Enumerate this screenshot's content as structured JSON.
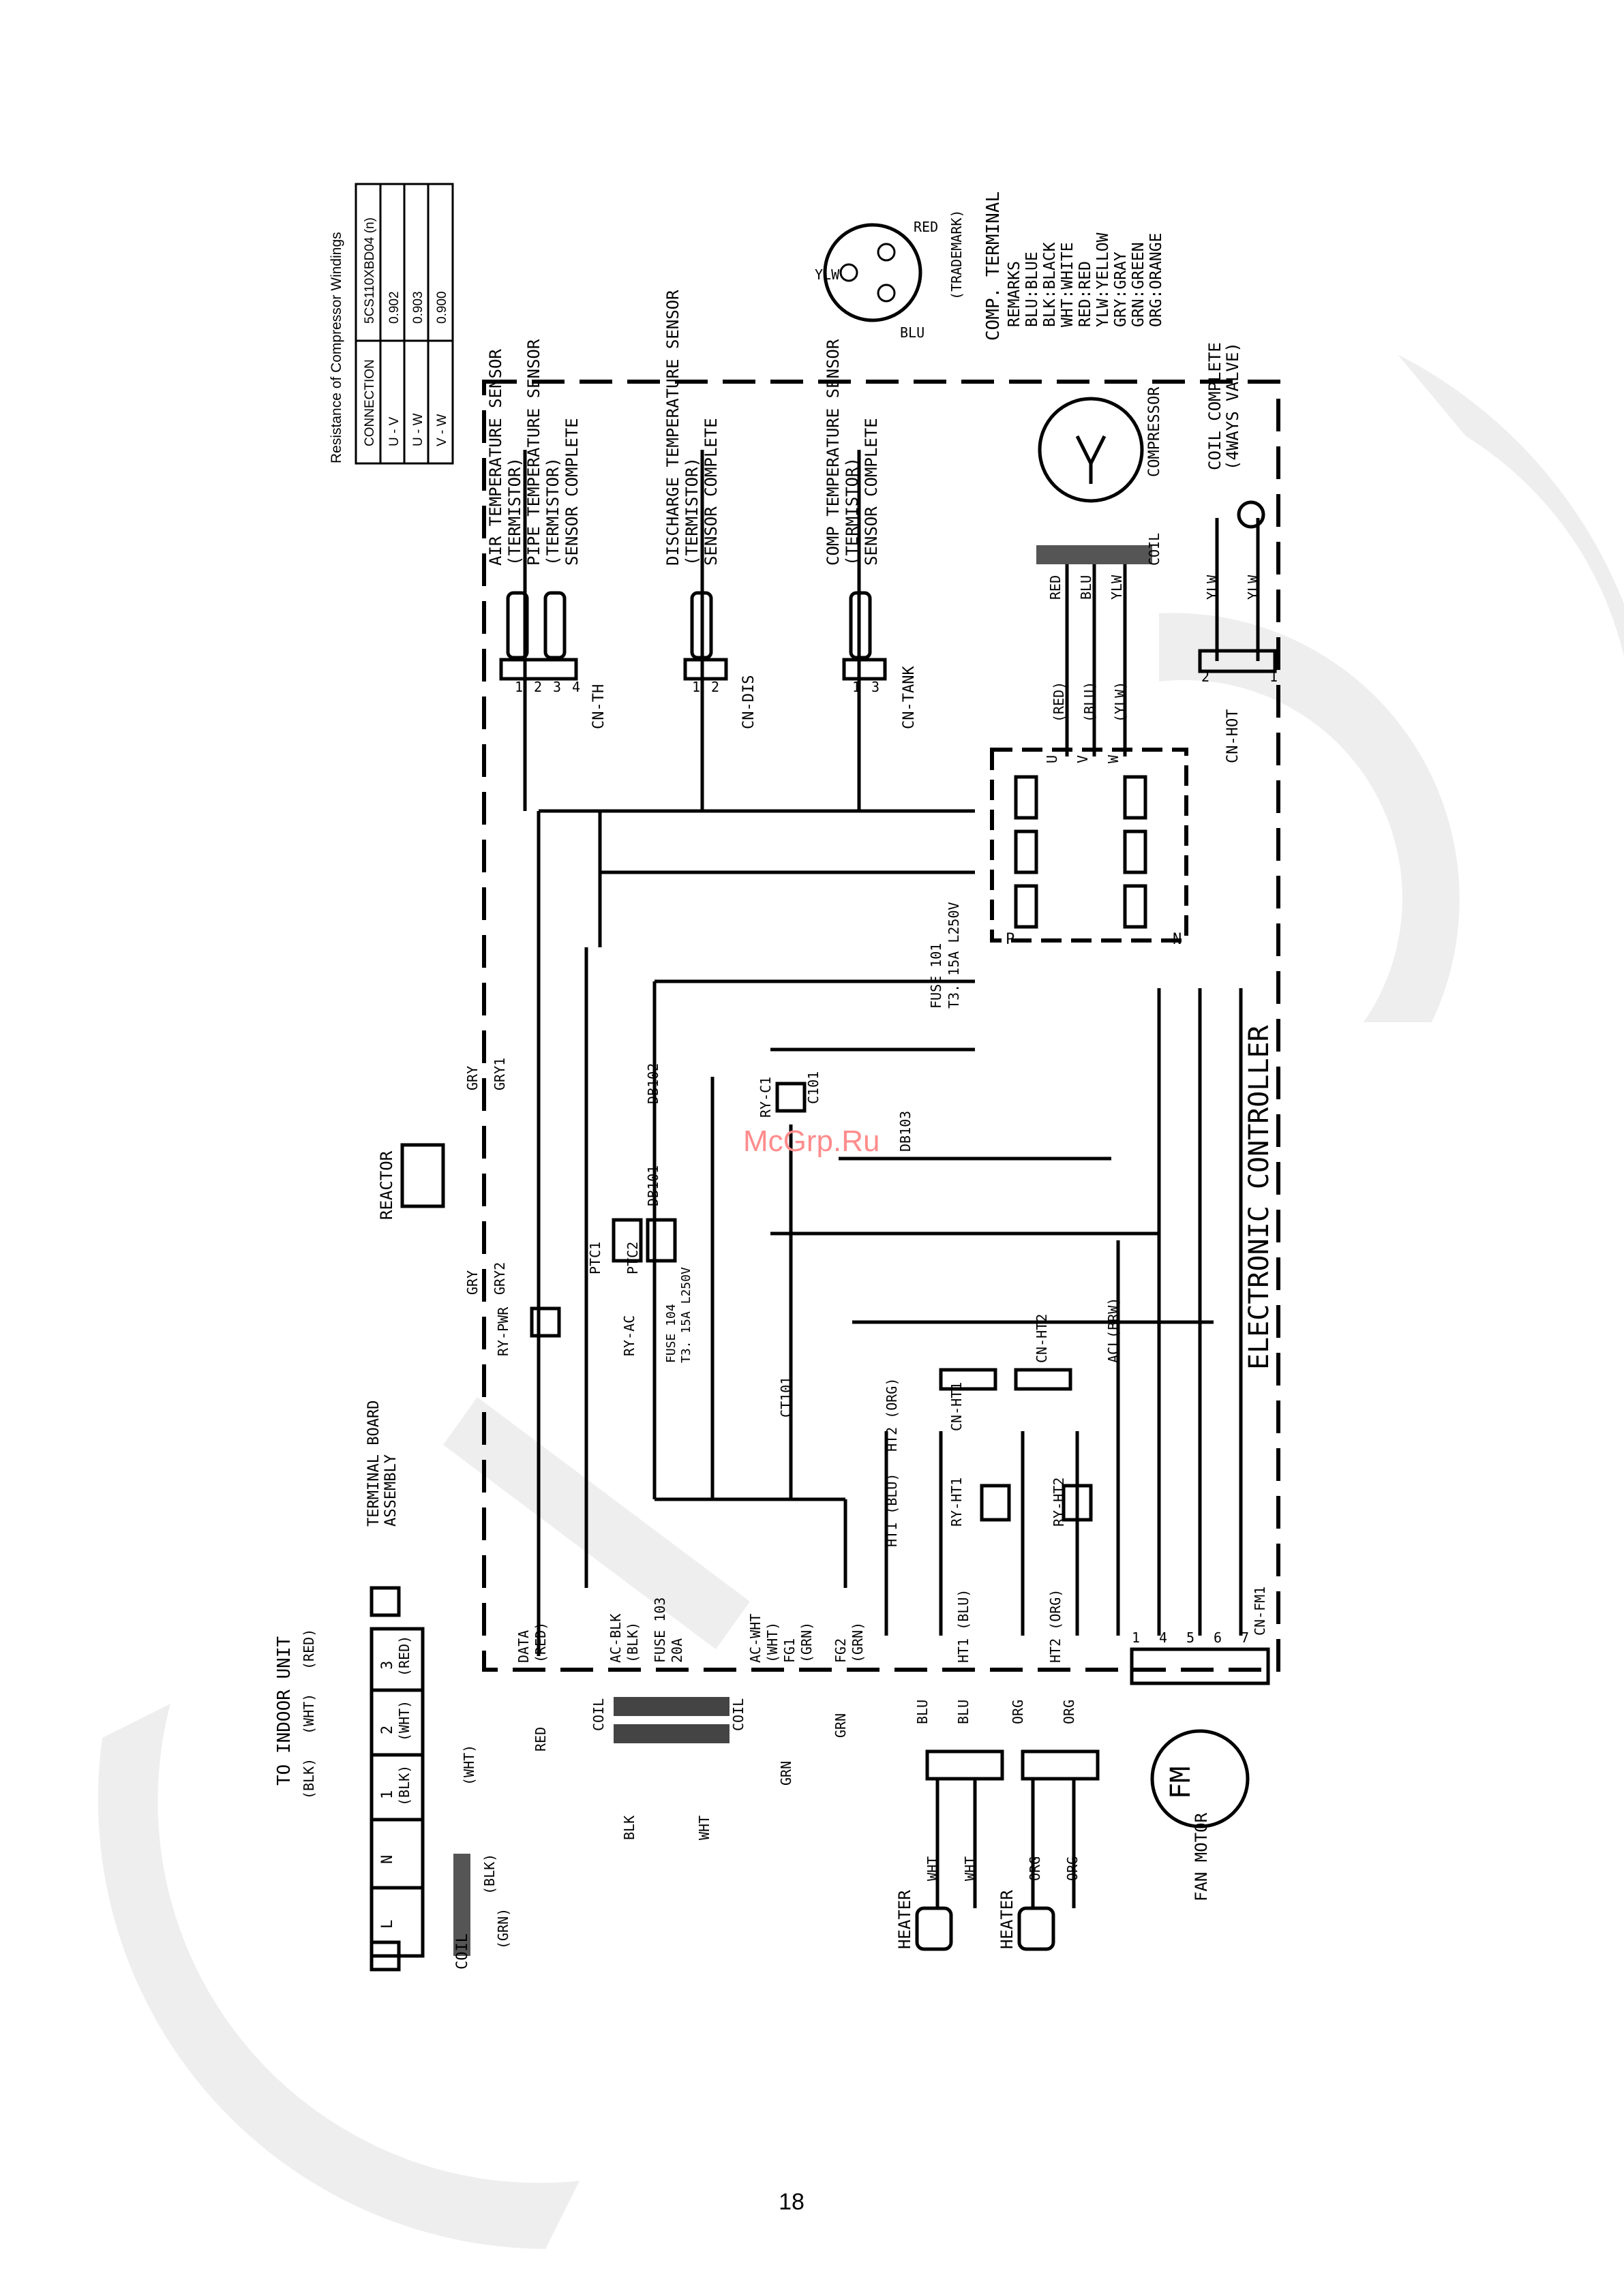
{
  "page_number": "18",
  "watermark": "McGrp.Ru",
  "resistance": {
    "title": "Resistance of Compressor Windings",
    "header": [
      "CONNECTION",
      "5CS110XBD04 (n)"
    ],
    "rows": [
      [
        "U - V",
        "0.902"
      ],
      [
        "U - W",
        "0.903"
      ],
      [
        "V - W",
        "0.900"
      ]
    ]
  },
  "main_title": "ELECTRONIC CONTROLLER",
  "sensors": [
    {
      "lines": [
        "AIR TEMPERATURE SENSOR",
        "(TERMISTOR)",
        "PIPE TEMPERATURE SENSOR",
        "(TERMISTOR)",
        "SENSOR COMPLETE"
      ],
      "connector": "CN-TH",
      "pins": [
        "1",
        "2",
        "3",
        "4"
      ]
    },
    {
      "lines": [
        "DISCHARGE TEMPERATURE SENSOR",
        "(TERMISTOR)",
        "SENSOR COMPLETE"
      ],
      "connector": "CN-DIS",
      "pins": [
        "1",
        "2"
      ]
    },
    {
      "lines": [
        "COMP TEMPERATURE SENSOR",
        "(TERMISTOR)",
        "SENSOR COMPLETE"
      ],
      "connector": "CN-TANK",
      "pins": [
        "1",
        "3"
      ]
    }
  ],
  "comp_terminal": {
    "title": "COMP. TERMINAL",
    "pins": [
      "RED",
      "YLW",
      "BLU"
    ],
    "trademark": "(TRADEMARK)"
  },
  "remarks": [
    "REMARKS",
    "BLU:BLUE",
    "BLK:BLACK",
    "WHT:WHITE",
    "RED:RED",
    "YLW:YELLOW",
    "GRY:GRAY",
    "GRN:GREEN",
    "ORG:ORANGE"
  ],
  "compressor": {
    "label": "COMPRESSOR",
    "coil": "COIL",
    "wires": [
      "RED",
      "BLU",
      "YLW"
    ],
    "uvw": [
      "U",
      "V",
      "W"
    ],
    "uvw_colors": [
      "(RED)",
      "(BLU)",
      "(YLW)"
    ]
  },
  "valve": {
    "label": [
      "COIL COMPLETE",
      "(4WAYS VALVE)"
    ],
    "wires": [
      "YLW",
      "YLW"
    ],
    "connector": "CN-HOT",
    "pins": [
      "2",
      "1"
    ]
  },
  "inverter": {
    "p": "P",
    "n": "N"
  },
  "fuse101": [
    "FUSE 101",
    "T3. 15A L250V"
  ],
  "components": {
    "reactor": "REACTOR",
    "gry": [
      "GRY",
      "GRY1",
      "GRY",
      "GRY2"
    ],
    "db": [
      "DB102",
      "DB101",
      "DB103"
    ],
    "ry_c1": "RY-C1",
    "c101": "C101",
    "ptc": [
      "PTC1",
      "PTC2"
    ],
    "ry_pwr": "RY-PWR",
    "ry_ac": "RY-AC",
    "fuse104": [
      "FUSE 104",
      "T3. 15A L250V"
    ],
    "ct101": "CT101",
    "cn_ht": [
      "CN-HT1",
      "CN-HT2"
    ],
    "acl": "ACL(BRW)",
    "ht2_org": "HT2 (ORG)",
    "ht1_blu": "HT1 (BLU)",
    "ry_ht": [
      "RY-HT1",
      "RY-HT2"
    ],
    "ht1_wire": "HT1 (BLU)",
    "ht2_wire": "HT2 (ORG)",
    "cn_fm1": "CN-FM1",
    "fm_pins": [
      "1",
      "4",
      "5",
      "6",
      "7"
    ],
    "data": [
      "DATA",
      "(RED)"
    ],
    "ac_blk": [
      "AC-BLK",
      "(BLK)"
    ],
    "fuse103": [
      "FUSE 103",
      "20A"
    ],
    "ac_wht": [
      "AC-WHT",
      "(WHT)"
    ],
    "fg1": "FG1",
    "fg2": "FG2",
    "grn": [
      "(GRN)",
      "(GRN)"
    ],
    "coils": [
      "COIL",
      "COIL"
    ],
    "wire_colors": [
      "RED",
      "BLK",
      "WHT",
      "GRN",
      "GRN",
      "BLU",
      "BLU",
      "ORG",
      "ORG"
    ]
  },
  "terminal": {
    "to_indoor": "TO INDOOR UNIT",
    "board": [
      "TERMINAL BOARD",
      "ASSEMBLY"
    ],
    "cells": [
      "3",
      "2",
      "1",
      "N",
      "L"
    ],
    "cell_colors": [
      "(RED)",
      "(WHT)",
      "(BLK)"
    ],
    "outer_colors": [
      "(RED)",
      "(WHT)",
      "(BLK)"
    ],
    "wht": "(WHT)",
    "blk": "(BLK)",
    "grn": "(GRN)",
    "coil": "COIL"
  },
  "heaters": [
    {
      "label": "HEATER",
      "wires": [
        "WHT",
        "WHT"
      ]
    },
    {
      "label": "HEATER",
      "wires": [
        "ORG",
        "ORG"
      ]
    }
  ],
  "fan_motor": {
    "label": "FAN MOTOR",
    "symbol": "FM"
  }
}
